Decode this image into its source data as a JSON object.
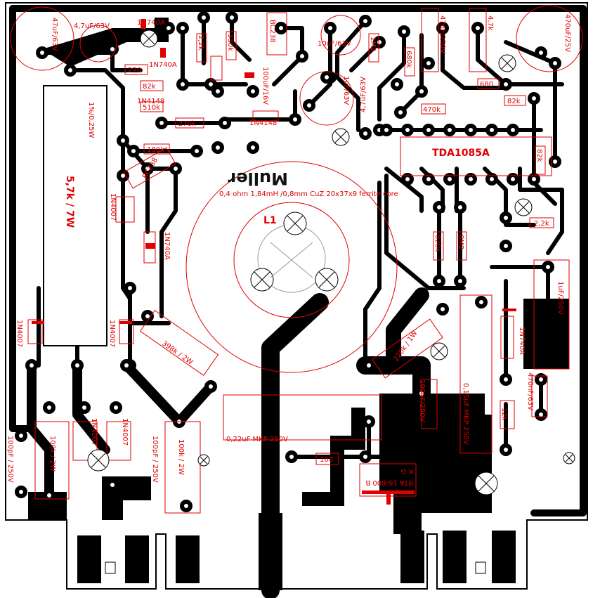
{
  "board": {
    "brand": "Muller",
    "inductor_ref": "L1",
    "inductor_spec": "0,4 ohm 1,84mH  /0,8mm CuZ 20x37x9 ferrite core",
    "ic": "TDA1085A",
    "triac": "BTA 16-600 B",
    "triac_pins": "K        G"
  },
  "components": {
    "c_47u_63_left": "47uF/63V",
    "c_4u7_63_top": "4,7uF/63V",
    "d_1n740a_top": "1N740A",
    "d_1n740a_mid": "1N740A",
    "d_1n740a_vert": "1N740A",
    "r_270": "270",
    "r_82k_top": "82k",
    "r_510k": "510k",
    "r_270k": "270k",
    "r_180k": "180k",
    "r_2k2": "2,2k",
    "r_330k": "330k",
    "t_bc238_top": "BC238",
    "t_bc238_left": "BC238",
    "c_100u_16": "100uF/16V",
    "c_10u_63": "10uF/63V",
    "c_4u7_63_right": "4,7uF/63V",
    "r_1m2": "1M2",
    "r_680k": "680k",
    "c_47n_250": "47nF/250V",
    "c_1u_63": "1uF/63V",
    "c_470u_25": "470uF/25V",
    "r_680": "680",
    "r_82k_right": "82k",
    "r_470k": "470k",
    "r_4k7": "4,7k",
    "r_82k_mid": "82k",
    "r_2k2_b": "2,2k",
    "r_820k": "820k",
    "r_8m2": "8M2",
    "c_1u_250": "1uF/250V",
    "r_big_wire": "5,7k / 7W",
    "d_1n4007_a": "1N4007",
    "d_1n4007_b": "1N4007",
    "d_1n4007_c": "1N4007",
    "d_1n4007_d": "1N4007",
    "d_1n4007_vert": "1N4007",
    "r_398k_2w": "398k / 2W",
    "r_220k_1w": "220k / 1W",
    "c_100n_250": "100nF/250V",
    "c_015u_mkp": "0,15uF MKP 250V",
    "d_1n740a_right": "1N740A",
    "c_470n_63": "470nF/63V",
    "r_12k": "12k",
    "c_022u_mkp": "0,22uF MKP 250V",
    "r_100": "100",
    "r_100k_2w_left": "100k / 2W",
    "r_100k_2w_right": "100k / 2W",
    "c_100p_250_left": "100pF / 250V",
    "c_100p_250_right": "100pF / 250V",
    "small_note_1": "1N4148",
    "small_note_2": "1N4148",
    "small_note_3": "1%/0,25W"
  }
}
